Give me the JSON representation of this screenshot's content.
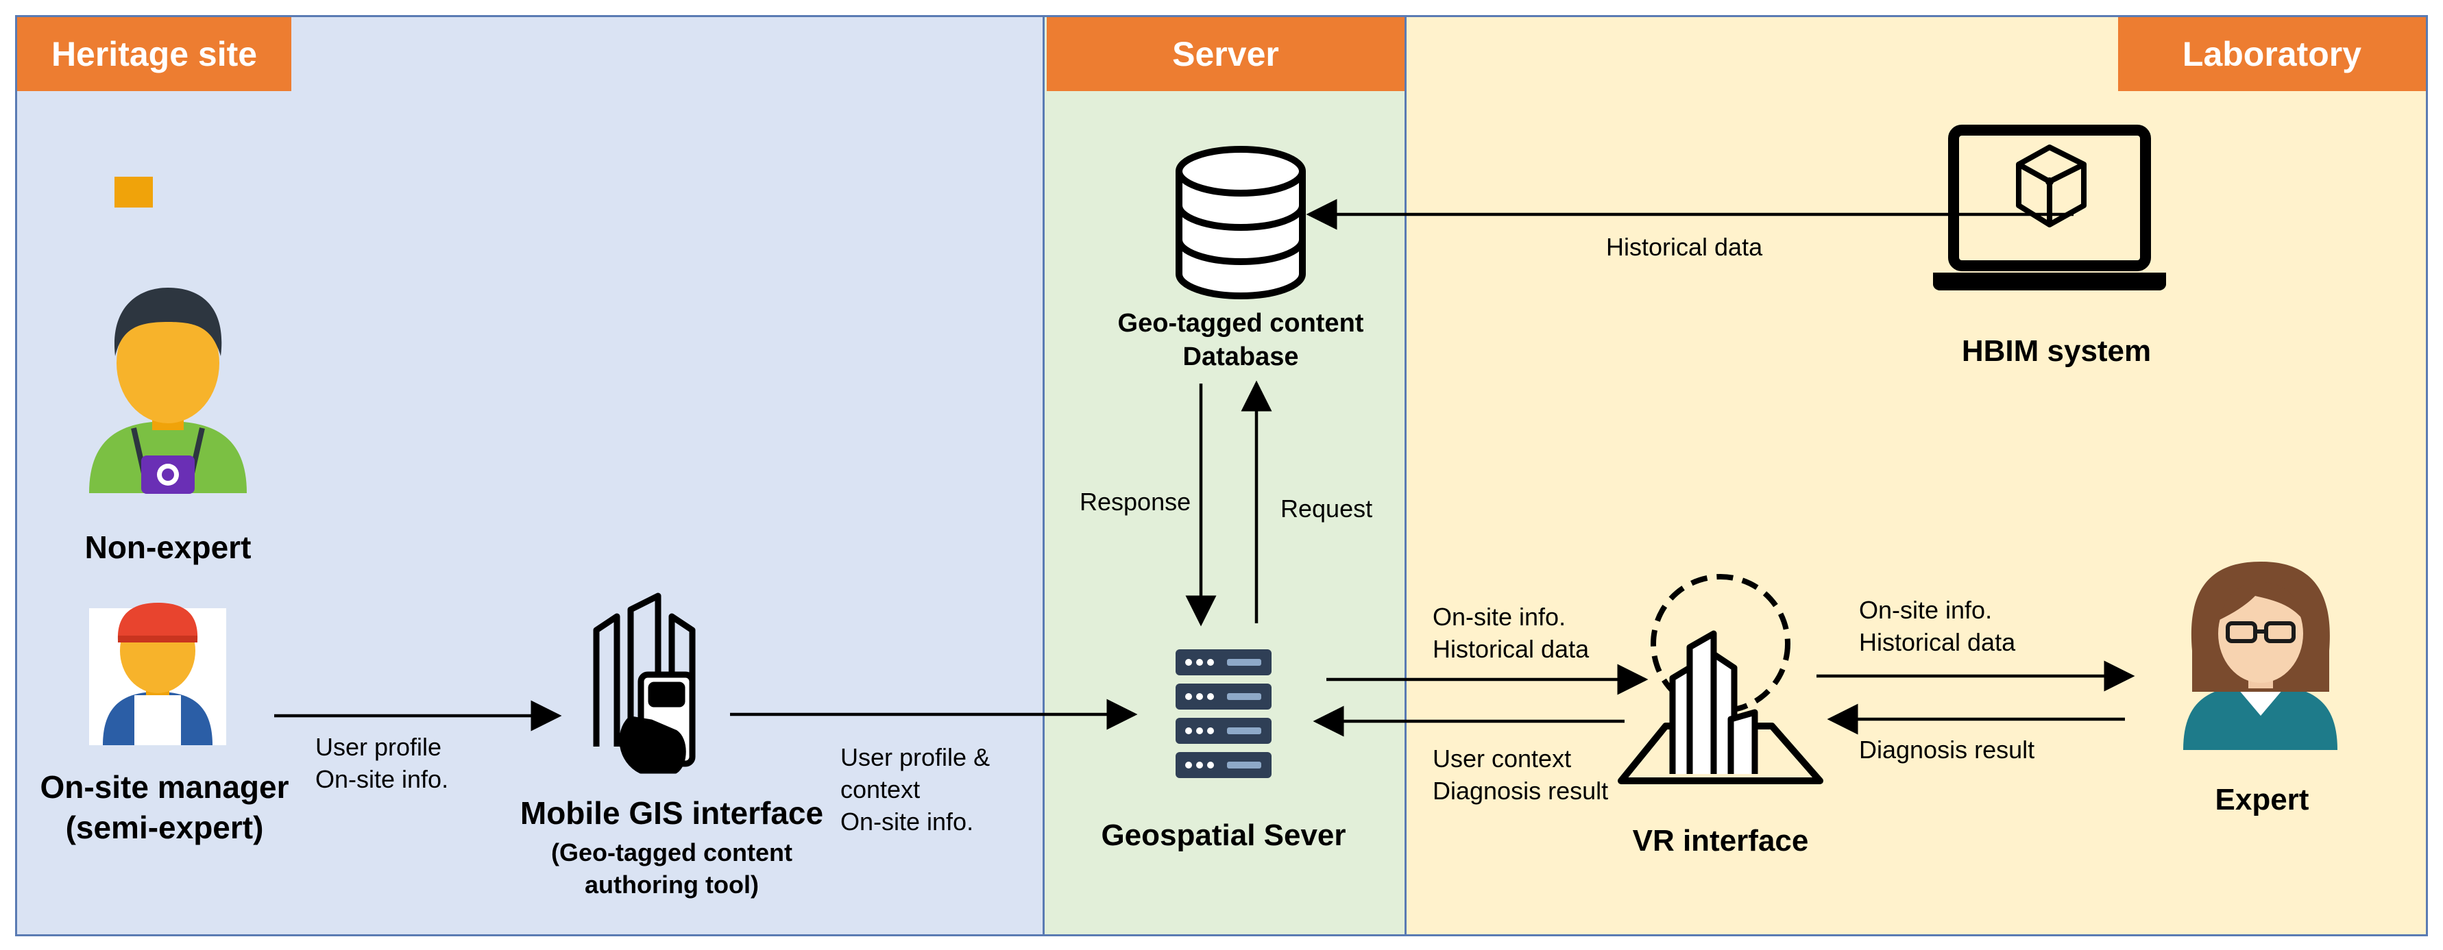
{
  "zones": {
    "heritage": "Heritage site",
    "server": "Server",
    "laboratory": "Laboratory"
  },
  "nodes": {
    "non_expert": "Non-expert",
    "onsite_manager": [
      "On-site manager",
      "(semi-expert)"
    ],
    "mobile_gis": {
      "title": "Mobile GIS interface",
      "subtitle": [
        "(Geo-tagged content",
        "authoring tool)"
      ]
    },
    "database": [
      "Geo-tagged content",
      "Database"
    ],
    "geo_server": "Geospatial Sever",
    "vr": "VR interface",
    "hbim": "HBIM system",
    "expert": "Expert"
  },
  "edges": {
    "manager_to_gis": [
      "User profile",
      "On-site info."
    ],
    "gis_to_server": [
      "User profile &",
      "context",
      "On-site info."
    ],
    "db_to_server": "Response",
    "server_to_db": "Request",
    "hbim_to_db": "Historical data",
    "server_to_vr": [
      "On-site info.",
      "Historical data"
    ],
    "vr_to_server": [
      "User context",
      "Diagnosis result"
    ],
    "vr_to_expert": [
      "On-site info.",
      "Historical data"
    ],
    "expert_to_vr": "Diagnosis result"
  }
}
